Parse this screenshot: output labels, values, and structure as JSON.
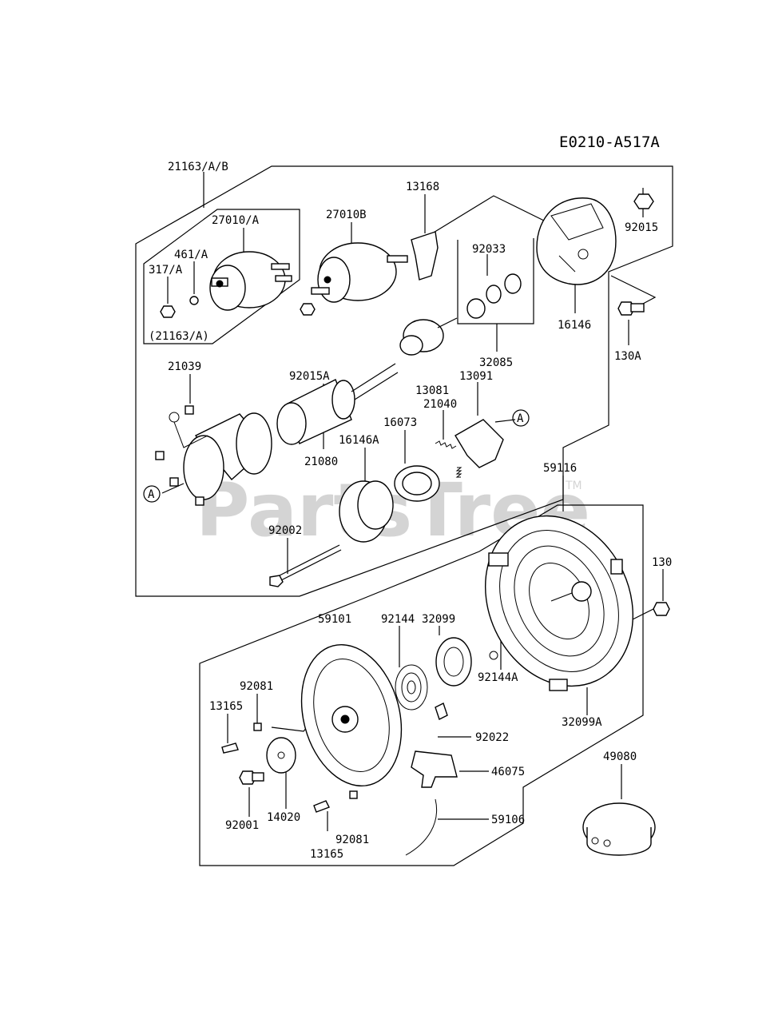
{
  "diagram_code": "E0210-A517A",
  "watermark": "PartsTree",
  "watermark_tm": "TM",
  "callouts": {
    "c21163AB": "21163/A/B",
    "c27010A": "27010/A",
    "c461A": "461/A",
    "c317A": "317/A",
    "c21163A": "(21163/A)",
    "c27010B": "27010B",
    "c13168": "13168",
    "c92033": "92033",
    "c92015": "92015",
    "c16146": "16146",
    "c32085": "32085",
    "c130A": "130A",
    "c92015A": "92015A",
    "c21039": "21039",
    "c13081": "13081",
    "c13091": "13091",
    "c21040": "21040",
    "c16073": "16073",
    "c16146A": "16146A",
    "c21080": "21080",
    "cA1": "A",
    "cA2": "A",
    "c59116": "59116",
    "c92002": "92002",
    "c130": "130",
    "c32099": "32099",
    "c59101": "59101",
    "c92144": "92144",
    "c92144A": "92144A",
    "c92081a": "92081",
    "c13165a": "13165",
    "c92022": "92022",
    "c32099A": "32099A",
    "c49080": "49080",
    "c46075": "46075",
    "c59106": "59106",
    "c14020": "14020",
    "c92001": "92001",
    "c92081b": "92081",
    "c13165b": "13165"
  }
}
